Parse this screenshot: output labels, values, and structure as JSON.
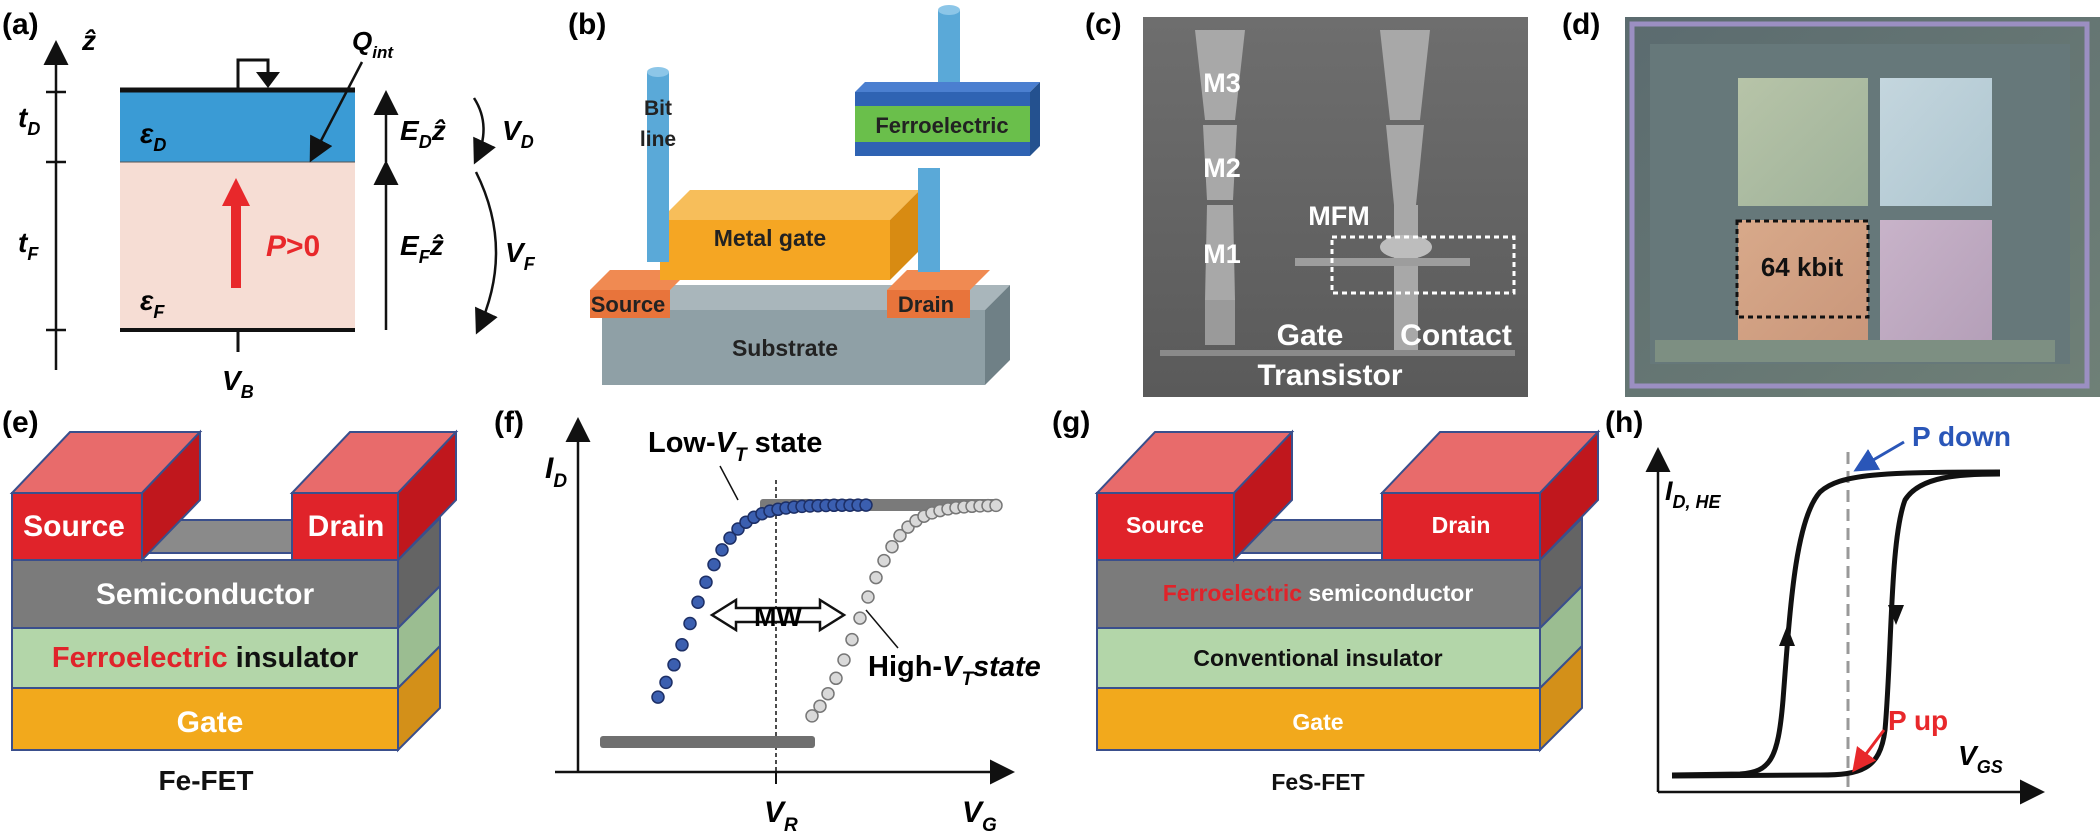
{
  "colors": {
    "dielectric_blue": "#3a9bd5",
    "ferro_pink": "#f6ddd4",
    "polarization_red": "#e8282b",
    "source_drain_red": "#e0232a",
    "semiconductor_gray": "#7b7b7b",
    "insulator_green": "#b3d6a9",
    "gate_orange": "#f2a91c",
    "layer_outline": "#3a4f8c",
    "metal_gate_orange": "#f5a623",
    "bitline_blue": "#5aa9d8",
    "ferro_stack_green": "#6abf4b",
    "ferro_stack_blue": "#2f63b3",
    "substrate_gray": "#8fa0a6",
    "pdown_blue": "#2a56b8",
    "pup_red": "#e8282b"
  },
  "panels": {
    "a": {
      "label": "(a)",
      "z_axis": "ẑ",
      "tD": "t",
      "tD_sub": "D",
      "tF": "t",
      "tF_sub": "F",
      "eps_D": "ε",
      "eps_D_sub": "D",
      "eps_F": "ε",
      "eps_F_sub": "F",
      "Q_int": "Q",
      "Q_int_sub": "int",
      "P_label": "P",
      "P_cond": ">0",
      "ED": "E",
      "ED_sub": "D",
      "ED_z": "ẑ",
      "EF": "E",
      "EF_sub": "F",
      "EF_z": "ẑ",
      "VD": "V",
      "VD_sub": "D",
      "VF": "V",
      "VF_sub": "F",
      "VB": "V",
      "VB_sub": "B"
    },
    "b": {
      "label": "(b)",
      "bit_line_1": "Bit",
      "bit_line_2": "line",
      "ferroelectric": "Ferroelectric",
      "metal_gate": "Metal gate",
      "source": "Source",
      "drain": "Drain",
      "substrate": "Substrate"
    },
    "c": {
      "label": "(c)",
      "m3": "M3",
      "m2": "M2",
      "m1": "M1",
      "mfm": "MFM",
      "gate": "Gate",
      "contact": "Contact",
      "transistor": "Transistor"
    },
    "d": {
      "label": "(d)",
      "array": "64 kbit"
    },
    "e": {
      "label": "(e)",
      "source": "Source",
      "drain": "Drain",
      "semiconductor": "Semiconductor",
      "ferro_word": "Ferroelectric",
      "insulator_word": " insulator",
      "gate": "Gate",
      "caption": "Fe-FET"
    },
    "f": {
      "label": "(f)",
      "y_axis": "I",
      "y_axis_sub": "D",
      "x_axis": "V",
      "x_axis_sub": "G",
      "vr": "V",
      "vr_sub": "R",
      "low_pre": "Low-",
      "low_v": "V",
      "low_sub": "T",
      "low_post": " state",
      "high_pre": "High-",
      "high_v": "V",
      "high_sub": "T",
      "high_post": "state",
      "mw": "MW"
    },
    "g": {
      "label": "(g)",
      "source": "Source",
      "drain": "Drain",
      "ferro_word": "Ferroelectric",
      "semi_word": " semiconductor",
      "insulator": "Conventional insulator",
      "gate": "Gate",
      "caption": "FeS-FET"
    },
    "h": {
      "label": "(h)",
      "y_axis": "I",
      "y_axis_sub": "D, HE",
      "x_axis": "V",
      "x_axis_sub": "GS",
      "p_down": "P down",
      "p_up": "P up"
    }
  }
}
